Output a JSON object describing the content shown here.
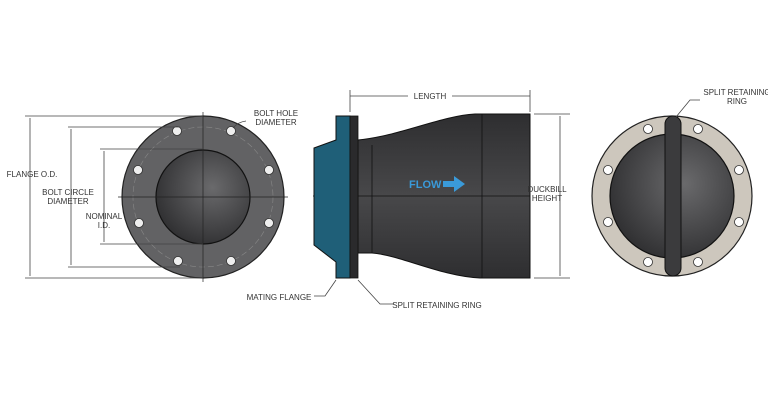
{
  "labels": {
    "flange_od": "FLANGE O.D.",
    "bolt_circle_1": "BOLT CIRCLE",
    "bolt_circle_2": "DIAMETER",
    "nominal_1": "NOMINAL",
    "nominal_2": "I.D.",
    "bolt_hole_1": "BOLT HOLE",
    "bolt_hole_2": "DIAMETER",
    "length": "LENGTH",
    "flow": "FLOW",
    "duckbill_1": "DUCKBILL",
    "duckbill_2": "HEIGHT",
    "mating_flange": "MATING FLANGE",
    "split_ring_bottom": "SPLIT RETAINING RING",
    "split_ring_top_1": "SPLIT RETAINING",
    "split_ring_top_2": "RING"
  },
  "colors": {
    "rubber": "#3a3a3c",
    "flange_gray": "#606062",
    "teal": "#1f5f78",
    "ring": "#cdc7bd",
    "flow": "#3a9ad9"
  }
}
